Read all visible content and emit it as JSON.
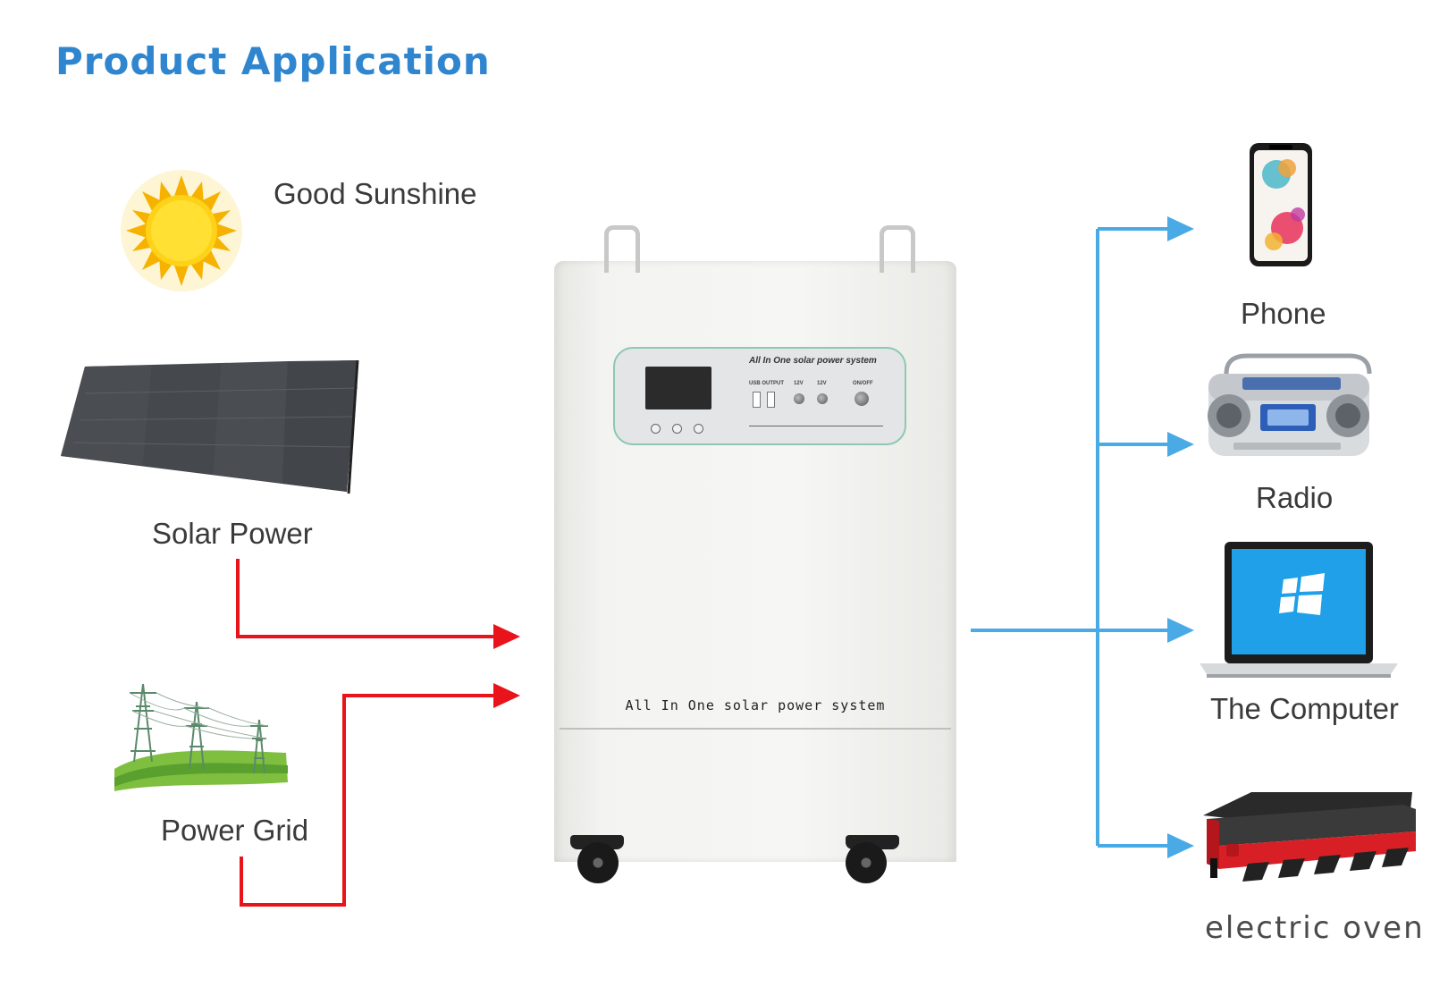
{
  "page": {
    "title": "Product Application"
  },
  "inputs": {
    "sunshine_label": "Good Sunshine",
    "solar_label": "Solar Power",
    "grid_label": "Power Grid"
  },
  "product": {
    "panel_name": "All In One solar power system",
    "bottom_name": "All In One solar power system",
    "panel_labels": {
      "usb": "USB OUTPUT",
      "dc1": "12V",
      "dc2": "12V",
      "onoff": "ON/OFF"
    }
  },
  "outputs": {
    "phone_label": "Phone",
    "radio_label": "Radio",
    "computer_label": "The Computer",
    "oven_label": "electric oven"
  },
  "colors": {
    "title": "#2f86cf",
    "input_arrow": "#e8131b",
    "output_arrow": "#4aaae6"
  }
}
